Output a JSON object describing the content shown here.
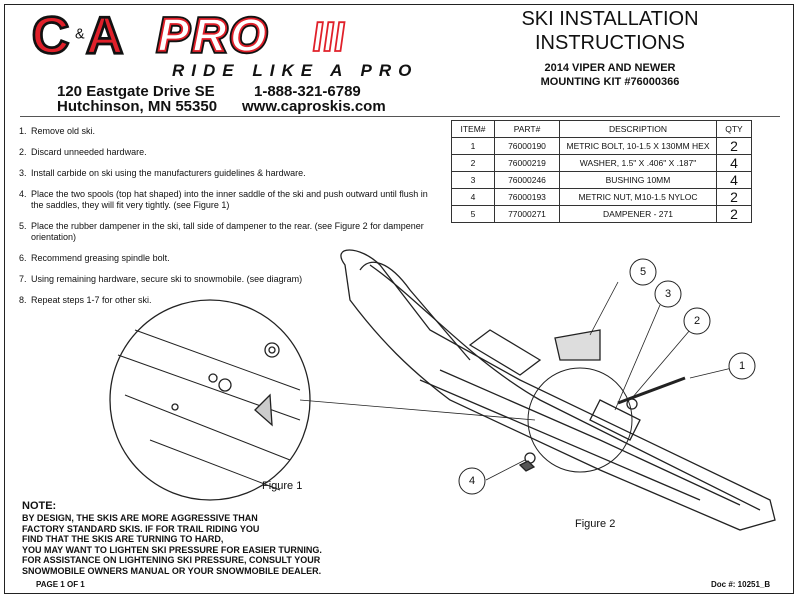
{
  "header": {
    "logo_text": "C&A PRO",
    "tagline": "RIDE LIKE A PRO",
    "address_line1": "120 Eastgate Drive SE",
    "address_line2": "Hutchinson, MN  55350",
    "phone": "1-888-321-6789",
    "website": "www.caproskis.com",
    "title_line1": "SKI INSTALLATION",
    "title_line2": "INSTRUCTIONS",
    "subtitle_line1": "2014 VIPER AND NEWER",
    "subtitle_line2": "MOUNTING KIT #76000366"
  },
  "steps": [
    "Remove old ski.",
    "Discard unneeded hardware.",
    "Install carbide on ski using the manufacturers guidelines & hardware.",
    "Place the two spools (top hat shaped) into the inner saddle of the ski and push outward until flush in the saddles, they will fit very tightly. (see Figure 1)",
    "Place the rubber dampener in the ski, tall side of dampener to the rear. (see Figure 2 for dampener orientation)",
    "Recommend greasing spindle bolt.",
    "Using remaining hardware, secure ski to snowmobile. (see diagram)",
    "Repeat steps 1-7 for other ski."
  ],
  "parts_table": {
    "headers": [
      "ITEM#",
      "PART#",
      "DESCRIPTION",
      "QTY"
    ],
    "rows": [
      [
        "1",
        "76000190",
        "METRIC BOLT, 10-1.5 X 130MM HEX",
        "2"
      ],
      [
        "2",
        "76000219",
        "WASHER, 1.5\" X .406\" X .187\"",
        "4"
      ],
      [
        "3",
        "76000246",
        "BUSHING 10MM",
        "4"
      ],
      [
        "4",
        "76000193",
        "METRIC NUT, M10-1.5 NYLOC",
        "2"
      ],
      [
        "5",
        "77000271",
        "DAMPENER - 271",
        "2"
      ]
    ]
  },
  "figures": {
    "figure1": "Figure 1",
    "figure2": "Figure 2",
    "callouts": [
      "1",
      "2",
      "3",
      "4",
      "5"
    ]
  },
  "note": {
    "heading": "NOTE:",
    "lines": [
      "BY DESIGN, THE SKIS ARE MORE AGGRESSIVE THAN",
      "FACTORY STANDARD SKIS. IF FOR TRAIL RIDING YOU",
      "FIND THAT THE SKIS ARE TURNING TO HARD,",
      "YOU MAY WANT TO LIGHTEN SKI PRESSURE FOR EASIER TURNING.",
      "FOR ASSISTANCE ON LIGHTENING SKI PRESSURE, CONSULT YOUR",
      "SNOWMOBILE OWNERS MANUAL OR YOUR SNOWMOBILE DEALER."
    ]
  },
  "footer": {
    "page": "PAGE 1 OF 1",
    "doc": "Doc #:  10251_B"
  },
  "colors": {
    "brand_red": "#e0202a"
  }
}
